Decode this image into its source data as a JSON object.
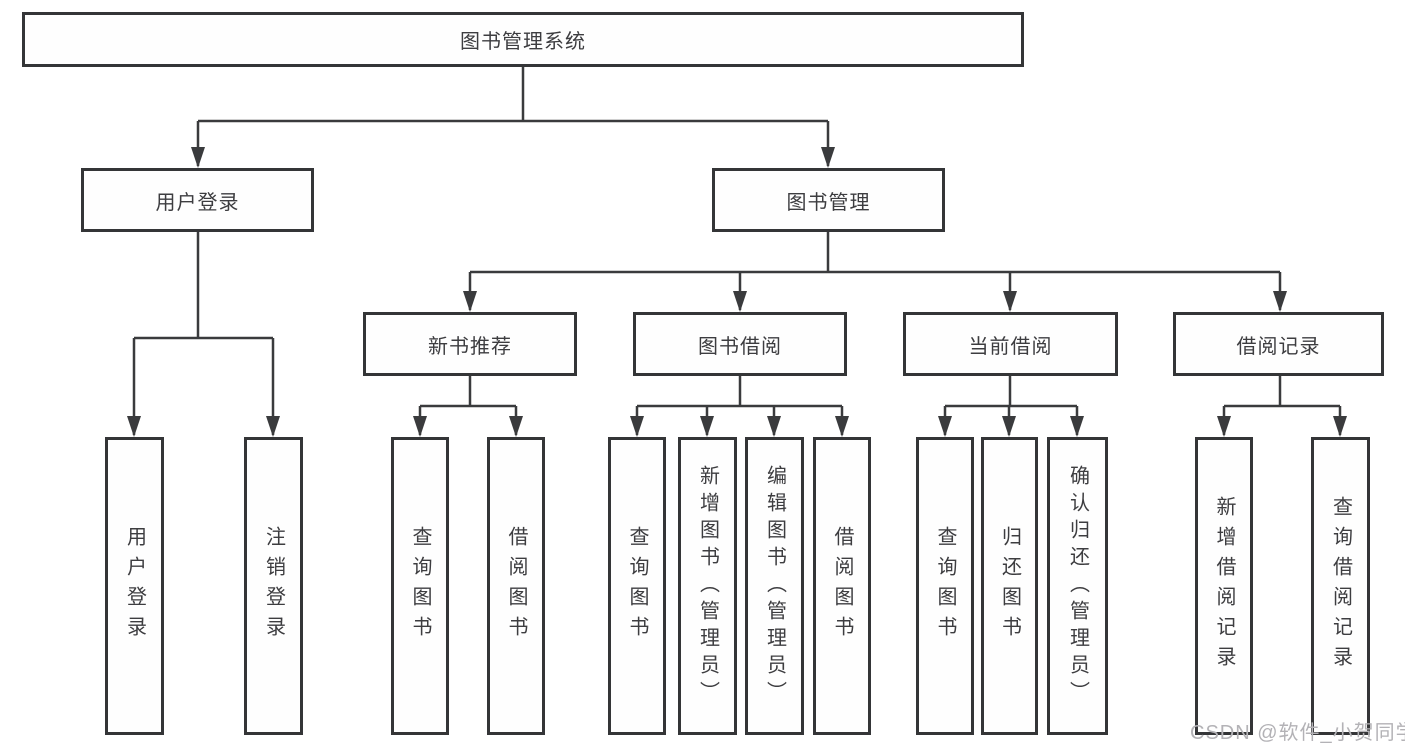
{
  "diagram": {
    "type": "hierarchy-tree",
    "colors": {
      "line": "#3a3b3d",
      "box_border": "#343537",
      "box_fill": "#fefefe",
      "text": "#3d3d40",
      "watermark": "#b3b2b6",
      "background": "#ffffff"
    }
  },
  "tree": {
    "label": "图书管理系统",
    "children": [
      {
        "label": "用户登录",
        "children": [
          {
            "label": "用户登录"
          },
          {
            "label": "注销登录"
          }
        ]
      },
      {
        "label": "图书管理",
        "children": [
          {
            "label": "新书推荐",
            "children": [
              {
                "label": "查询图书"
              },
              {
                "label": "借阅图书"
              }
            ]
          },
          {
            "label": "图书借阅",
            "children": [
              {
                "label": "查询图书"
              },
              {
                "label": "新增图书（管理员）"
              },
              {
                "label": "编辑图书（管理员）"
              },
              {
                "label": "借阅图书"
              }
            ]
          },
          {
            "label": "当前借阅",
            "children": [
              {
                "label": "查询图书"
              },
              {
                "label": "归还图书"
              },
              {
                "label": "确认归还（管理员）"
              }
            ]
          },
          {
            "label": "借阅记录",
            "children": [
              {
                "label": "新增借阅记录"
              },
              {
                "label": "查询借阅记录"
              }
            ]
          }
        ]
      }
    ]
  },
  "watermark": {
    "text": "CSDN @软件_小贺同学"
  }
}
